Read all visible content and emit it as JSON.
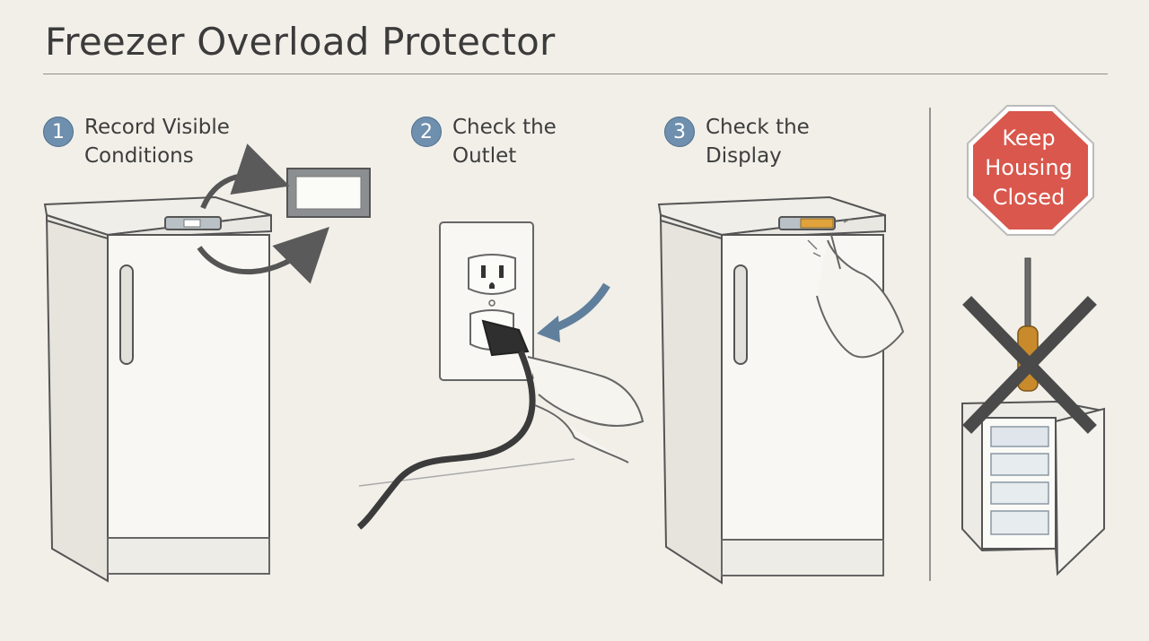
{
  "title": "Freezer Overload Protector",
  "steps": [
    {
      "number": "1",
      "label": "Record Visible\nConditions"
    },
    {
      "number": "2",
      "label": "Check the\nOutlet"
    },
    {
      "number": "3",
      "label": "Check the\nDisplay"
    }
  ],
  "warning": {
    "sign_text": "Keep\nHousing\nClosed",
    "sign_color": "#d9574c",
    "cross_color": "#4a4a4a"
  },
  "colors": {
    "badge": "#6f8fae",
    "arrow_blue": "#5f7f9c",
    "screwdriver_handle": "#c98a2c",
    "display_amber": "#e0a23a"
  }
}
